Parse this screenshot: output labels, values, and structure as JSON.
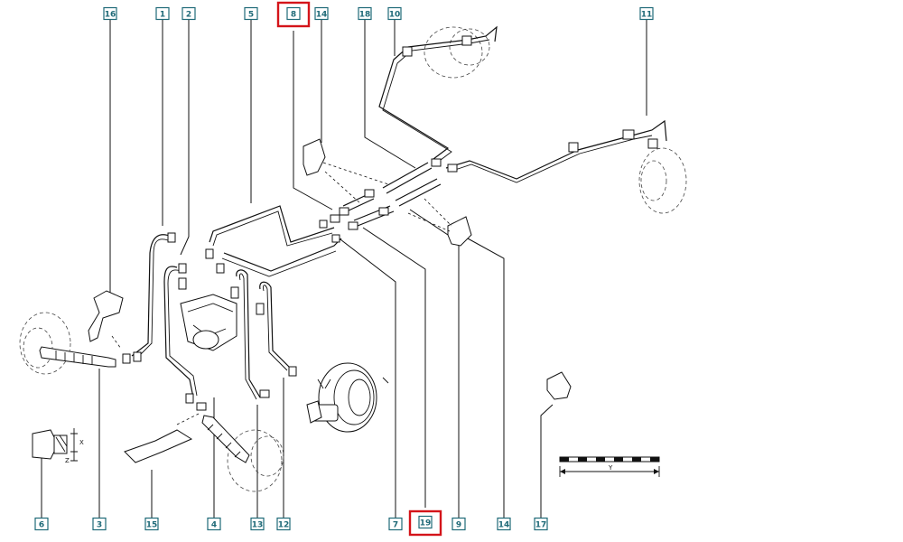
{
  "callouts": [
    {
      "id": "16",
      "label": "16",
      "highlighted": false
    },
    {
      "id": "1",
      "label": "1",
      "highlighted": false
    },
    {
      "id": "2",
      "label": "2",
      "highlighted": false
    },
    {
      "id": "5",
      "label": "5",
      "highlighted": false
    },
    {
      "id": "8",
      "label": "8",
      "highlighted": true
    },
    {
      "id": "14a",
      "label": "14",
      "highlighted": false
    },
    {
      "id": "18",
      "label": "18",
      "highlighted": false
    },
    {
      "id": "10",
      "label": "10",
      "highlighted": false
    },
    {
      "id": "11",
      "label": "11",
      "highlighted": false
    },
    {
      "id": "6",
      "label": "6",
      "highlighted": false
    },
    {
      "id": "3",
      "label": "3",
      "highlighted": false
    },
    {
      "id": "15",
      "label": "15",
      "highlighted": false
    },
    {
      "id": "4",
      "label": "4",
      "highlighted": false
    },
    {
      "id": "13",
      "label": "13",
      "highlighted": false
    },
    {
      "id": "12",
      "label": "12",
      "highlighted": false
    },
    {
      "id": "7",
      "label": "7",
      "highlighted": false
    },
    {
      "id": "19",
      "label": "19",
      "highlighted": true
    },
    {
      "id": "9",
      "label": "9",
      "highlighted": false
    },
    {
      "id": "14b",
      "label": "14",
      "highlighted": false
    },
    {
      "id": "17",
      "label": "17",
      "highlighted": false
    }
  ],
  "dimension_labels": {
    "x": "X",
    "z": "Z",
    "y": "Y"
  },
  "colors": {
    "callout_border": "#1f6a78",
    "highlight": "#d4141a",
    "line": "#111111"
  }
}
